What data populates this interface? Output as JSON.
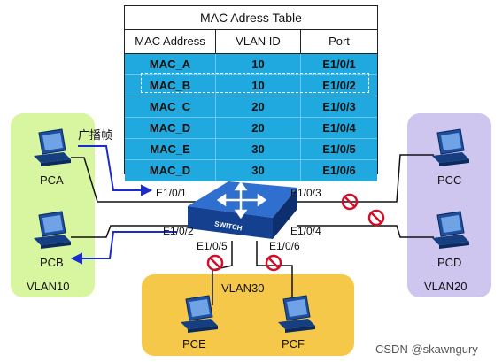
{
  "table": {
    "title": "MAC Adress Table",
    "headers": [
      "MAC Address",
      "VLAN ID",
      "Port"
    ],
    "rows": [
      [
        "MAC_A",
        "10",
        "E1/0/1"
      ],
      [
        "MAC_B",
        "10",
        "E1/0/2"
      ],
      [
        "MAC_C",
        "20",
        "E1/0/3"
      ],
      [
        "MAC_D",
        "20",
        "E1/0/4"
      ],
      [
        "MAC_E",
        "30",
        "E1/0/5"
      ],
      [
        "MAC_D",
        "30",
        "E1/0/6"
      ]
    ],
    "highlighted_row": 1
  },
  "broadcast_label": "广播帧",
  "switch_label": "SWITCH",
  "vlans": {
    "vlan10": {
      "label": "VLAN10",
      "color": "#d8f5a0"
    },
    "vlan20": {
      "label": "VLAN20",
      "color": "#cfc6f0"
    },
    "vlan30": {
      "label": "VLAN30",
      "color": "#f5c84a"
    }
  },
  "pcs": {
    "pca": "PCA",
    "pcb": "PCB",
    "pcc": "PCC",
    "pcd": "PCD",
    "pce": "PCE",
    "pcf": "PCF"
  },
  "ports": {
    "e101": "E1/0/1",
    "e102": "E1/0/2",
    "e103": "E1/0/3",
    "e104": "E1/0/4",
    "e105": "E1/0/5",
    "e106": "E1/0/6"
  },
  "watermark": "CSDN @skawngury",
  "colors": {
    "table_row": "#1fa9df",
    "arrow": "#1a2ccf",
    "blocked": "#d0102a",
    "switch": "#1b4fa8"
  }
}
